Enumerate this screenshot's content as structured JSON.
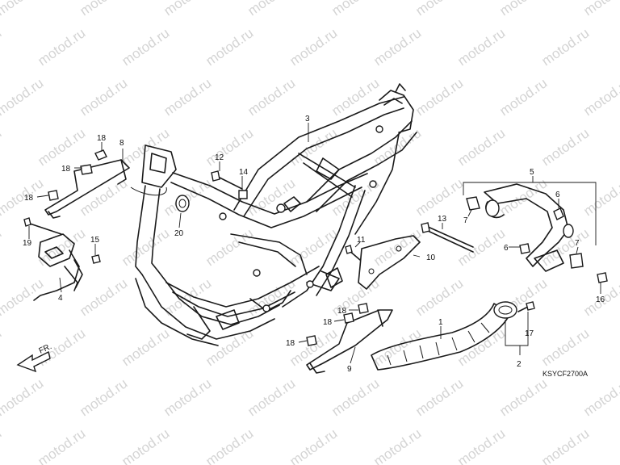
{
  "watermark": "motod.ru",
  "diagram_code": "KSYCF2700A",
  "direction_label": "FR.",
  "callouts": {
    "c1": "1",
    "c2": "2",
    "c3": "3",
    "c4": "4",
    "c5": "5",
    "c6a": "6",
    "c6b": "6",
    "c7a": "7",
    "c7b": "7",
    "c8": "8",
    "c9": "9",
    "c10": "10",
    "c11": "11",
    "c12": "12",
    "c13": "13",
    "c14": "14",
    "c15": "15",
    "c16": "16",
    "c17": "17",
    "c18a": "18",
    "c18b": "18",
    "c18c": "18",
    "c18d": "18",
    "c18e": "18",
    "c18f": "18",
    "c19": "19",
    "c20": "20"
  }
}
